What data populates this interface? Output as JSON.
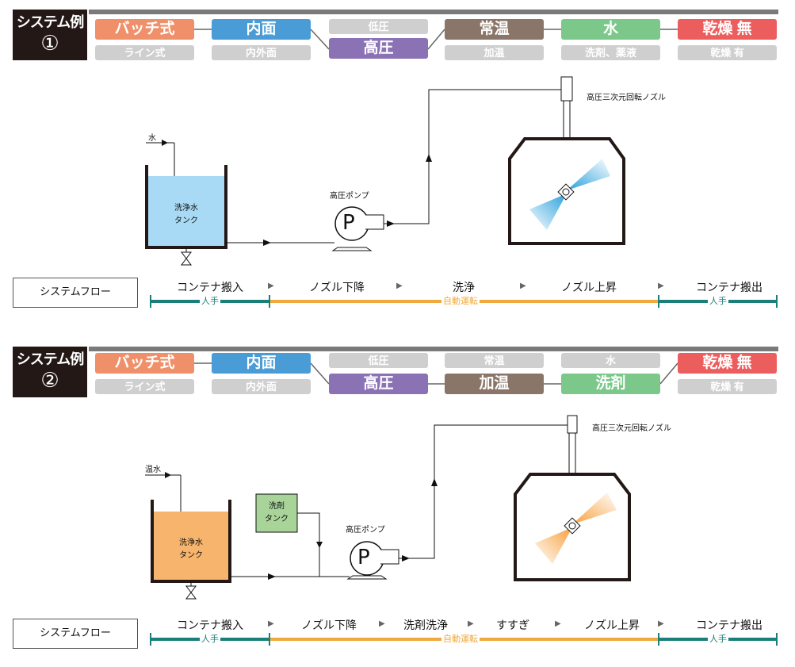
{
  "sections": [
    {
      "title": "システム例",
      "number": "①",
      "pills": [
        {
          "top": "バッチ式",
          "bottom": "ライン式",
          "selected": "top",
          "color": "#f0906a"
        },
        {
          "top": "内面",
          "bottom": "内外面",
          "selected": "top",
          "color": "#4a9cd6"
        },
        {
          "top": "低圧",
          "bottom": "高圧",
          "selected": "bottom",
          "color": "#8a72b4"
        },
        {
          "top": "常温",
          "bottom": "加温",
          "selected": "top",
          "color": "#8a7668"
        },
        {
          "top": "水",
          "bottom": "洗剤、薬液",
          "selected": "top",
          "color": "#7cc88a"
        },
        {
          "top": "乾燥 無",
          "bottom": "乾燥 有",
          "selected": "top",
          "color": "#ec5d5d"
        }
      ],
      "inlet_label": "水",
      "tank_label_1": "洗浄水",
      "tank_label_2": "タンク",
      "tank_color": "#a8daf5",
      "pump_label": "高圧ポンプ",
      "pump_symbol": "P",
      "nozzle_label": "高圧三次元回転ノズル",
      "spray_color": "#2aa0dc",
      "flow_title": "システムフロー",
      "flow_steps": [
        "コンテナ搬入",
        "ノズル下降",
        "洗浄",
        "ノズル上昇",
        "コンテナ搬出"
      ],
      "bar_manual": "人手",
      "bar_auto": "自動運転"
    },
    {
      "title": "システム例",
      "number": "②",
      "pills": [
        {
          "top": "バッチ式",
          "bottom": "ライン式",
          "selected": "top",
          "color": "#f0906a"
        },
        {
          "top": "内面",
          "bottom": "内外面",
          "selected": "top",
          "color": "#4a9cd6"
        },
        {
          "top": "低圧",
          "bottom": "高圧",
          "selected": "bottom",
          "color": "#8a72b4"
        },
        {
          "top": "常温",
          "bottom": "加温",
          "selected": "bottom",
          "color": "#8a7668"
        },
        {
          "top": "水",
          "bottom": "洗剤",
          "selected": "bottom",
          "color": "#7cc88a"
        },
        {
          "top": "乾燥 無",
          "bottom": "乾燥 有",
          "selected": "top",
          "color": "#ec5d5d"
        }
      ],
      "inlet_label": "温水",
      "tank_label_1": "洗浄水",
      "tank_label_2": "タンク",
      "tank_color": "#f7b46c",
      "detergent_label_1": "洗剤",
      "detergent_label_2": "タンク",
      "detergent_color": "#a8d49a",
      "pump_label": "高圧ポンプ",
      "pump_symbol": "P",
      "nozzle_label": "高圧三次元回転ノズル",
      "spray_color": "#f7a03c",
      "flow_title": "システムフロー",
      "flow_steps": [
        "コンテナ搬入",
        "ノズル下降",
        "洗剤洗浄",
        "すすぎ",
        "ノズル上昇",
        "コンテナ搬出"
      ],
      "bar_manual": "人手",
      "bar_auto": "自動運転"
    }
  ],
  "colors": {
    "inactive_pill": "#cfcfcf",
    "bar_manual": "#1a7f7a",
    "bar_auto": "#f0a93c"
  }
}
